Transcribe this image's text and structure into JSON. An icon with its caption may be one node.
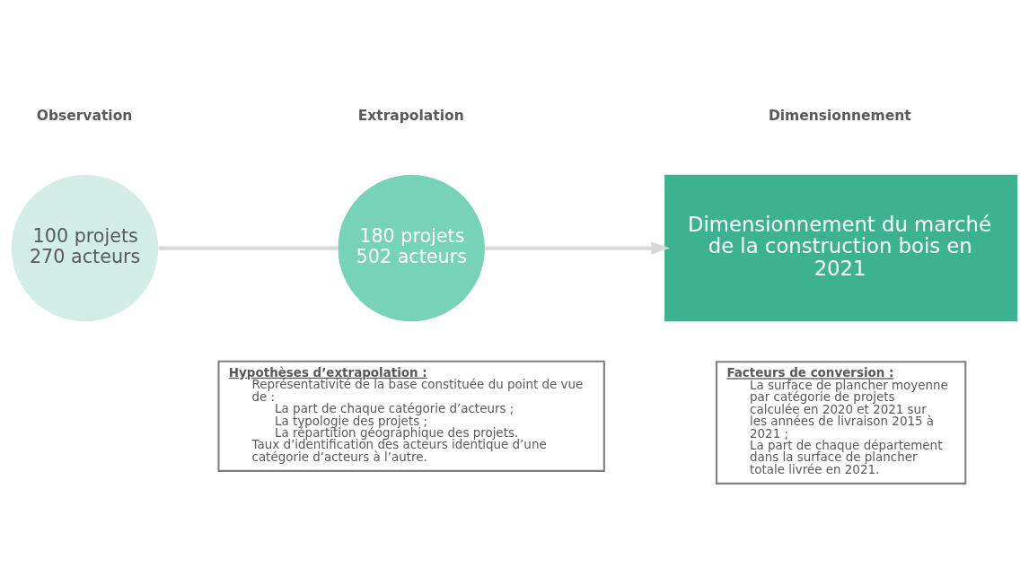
{
  "diagram": {
    "nodes": [
      {
        "text": [
          "100 projets",
          "270 acteurs"
        ]
      },
      {
        "text": [
          "180 projets",
          "502 acteurs"
        ]
      },
      {
        "text": [
          "Dimensionnement du marché de la construction bois en 2021"
        ]
      },
      {
        "text": [
          "Hypothèses d’extrapolation :",
          "Représentativité de la base constituée du point de vue de :",
          "La part de chaque catégorie d’acteurs ;",
          "La typologie des projets ;",
          "La répartition géographique des projets.",
          "Taux d’identification des acteurs identique d’une catégorie d’acteurs à l’autre."
        ]
      },
      {
        "text": [
          "Facteurs de conversion :",
          "La surface de plancher moyenne par catégorie de projets calculée en 2020 et 2021 sur les années de livraison 2015 à 2021 ;",
          "La part de chaque département dans la surface de plancher totale livrée en 2021."
        ]
      }
    ],
    "edges": [
      {
        "from": 0,
        "to": 1,
        "arrow": "none"
      },
      {
        "from": 1,
        "to": 2,
        "arrow": "to"
      }
    ],
    "labels": [
      "Observation",
      "Extrapolation",
      "Dimensionnement"
    ]
  }
}
